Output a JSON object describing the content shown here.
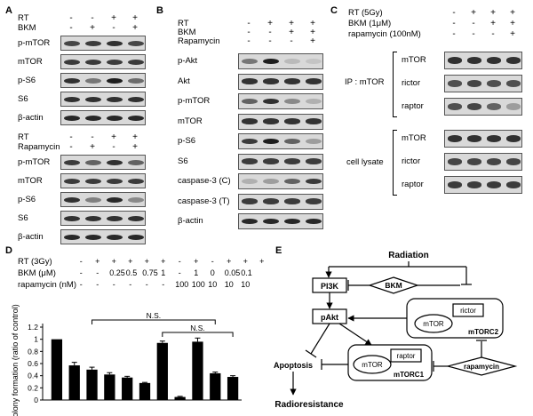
{
  "panel_letters": [
    "A",
    "B",
    "C",
    "D",
    "E"
  ],
  "panelA": {
    "upper_conditions": [
      {
        "label": "RT",
        "signs": [
          "-",
          "-",
          "+",
          "+"
        ]
      },
      {
        "label": "BKM",
        "signs": [
          "-",
          "+",
          "-",
          "+"
        ]
      }
    ],
    "upper_blots": [
      {
        "label": "p-mTOR",
        "bands": [
          0.75,
          0.8,
          0.85,
          0.75
        ]
      },
      {
        "label": "mTOR",
        "bands": [
          0.8,
          0.8,
          0.8,
          0.8
        ]
      },
      {
        "label": "p-S6",
        "bands": [
          0.85,
          0.5,
          0.95,
          0.55
        ]
      },
      {
        "label": "S6",
        "bands": [
          0.85,
          0.85,
          0.85,
          0.85
        ]
      },
      {
        "label": "β-actin",
        "bands": [
          0.9,
          0.9,
          0.9,
          0.9
        ]
      }
    ],
    "lower_conditions": [
      {
        "label": "RT",
        "signs": [
          "-",
          "-",
          "+",
          "+"
        ]
      },
      {
        "label": "Rapamycin",
        "signs": [
          "-",
          "+",
          "-",
          "+"
        ]
      }
    ],
    "lower_blots": [
      {
        "label": "p-mTOR",
        "bands": [
          0.8,
          0.6,
          0.85,
          0.6
        ]
      },
      {
        "label": "mTOR",
        "bands": [
          0.8,
          0.8,
          0.8,
          0.8
        ]
      },
      {
        "label": "p-S6",
        "bands": [
          0.85,
          0.45,
          0.9,
          0.4
        ]
      },
      {
        "label": "S6",
        "bands": [
          0.85,
          0.85,
          0.85,
          0.85
        ]
      },
      {
        "label": "β-actin",
        "bands": [
          0.9,
          0.9,
          0.9,
          0.9
        ]
      }
    ]
  },
  "panelB": {
    "conditions": [
      {
        "label": "RT",
        "signs": [
          "-",
          "+",
          "+",
          "+"
        ]
      },
      {
        "label": "BKM",
        "signs": [
          "-",
          "-",
          "+",
          "+"
        ]
      },
      {
        "label": "Rapamycin",
        "signs": [
          "-",
          "-",
          "-",
          "+"
        ]
      }
    ],
    "blots": [
      {
        "label": "p-Akt",
        "bands": [
          0.5,
          0.95,
          0.15,
          0.1
        ]
      },
      {
        "label": "Akt",
        "bands": [
          0.85,
          0.85,
          0.85,
          0.85
        ]
      },
      {
        "label": "p-mTOR",
        "bands": [
          0.6,
          0.85,
          0.4,
          0.2
        ]
      },
      {
        "label": "mTOR",
        "bands": [
          0.85,
          0.85,
          0.85,
          0.85
        ]
      },
      {
        "label": "p-S6",
        "bands": [
          0.8,
          0.95,
          0.6,
          0.3
        ]
      },
      {
        "label": "S6",
        "bands": [
          0.8,
          0.8,
          0.8,
          0.8
        ]
      },
      {
        "label": "caspase-3 (C)",
        "bands": [
          0.2,
          0.3,
          0.6,
          0.8
        ]
      },
      {
        "label": "caspase-3 (T)",
        "bands": [
          0.8,
          0.8,
          0.8,
          0.8
        ]
      },
      {
        "label": "β-actin",
        "bands": [
          0.9,
          0.9,
          0.9,
          0.9
        ]
      }
    ]
  },
  "panelC": {
    "conditions": [
      {
        "label": "RT (5Gy)",
        "signs": [
          "-",
          "+",
          "+",
          "+"
        ]
      },
      {
        "label": "BKM (1μM)",
        "signs": [
          "-",
          "-",
          "+",
          "+"
        ]
      },
      {
        "label": "rapamycin (100nM)",
        "signs": [
          "-",
          "-",
          "-",
          "+"
        ]
      }
    ],
    "ip_label": "IP : mTOR",
    "ip_blots": [
      {
        "label": "mTOR",
        "bands": [
          0.85,
          0.85,
          0.85,
          0.85
        ]
      },
      {
        "label": "rictor",
        "bands": [
          0.7,
          0.75,
          0.7,
          0.7
        ]
      },
      {
        "label": "raptor",
        "bands": [
          0.7,
          0.75,
          0.6,
          0.3
        ]
      }
    ],
    "lysate_label": "cell lysate",
    "lysate_blots": [
      {
        "label": "mTOR",
        "bands": [
          0.85,
          0.85,
          0.85,
          0.85
        ]
      },
      {
        "label": "rictor",
        "bands": [
          0.75,
          0.75,
          0.75,
          0.75
        ]
      },
      {
        "label": "raptor",
        "bands": [
          0.8,
          0.8,
          0.8,
          0.8
        ]
      }
    ]
  },
  "panelD": {
    "conditions": [
      {
        "label": "RT (3Gy)",
        "values": [
          "-",
          "+",
          "+",
          "+",
          "+",
          "+",
          "-",
          "+",
          "-",
          "+",
          "+",
          "+"
        ]
      },
      {
        "label": "BKM (μM)",
        "values": [
          "-",
          "-",
          "0.25",
          "0.5",
          "0.75",
          "1",
          "-",
          "1",
          "0",
          "0.05",
          "0.1"
        ]
      },
      {
        "label": "rapamycin (nM)",
        "values": [
          "-",
          "-",
          "-",
          "-",
          "-",
          "-",
          "100",
          "100",
          "10",
          "10",
          "10"
        ]
      }
    ],
    "ns_labels": [
      "N.S.",
      "N.S."
    ]
  },
  "chart_data": {
    "type": "bar",
    "ylabel": "Colony formation (ratio of control)",
    "ylim": [
      0,
      1.2
    ],
    "yticks": [
      "0",
      "0.2",
      "0.4",
      "0.6",
      "0.8",
      "1",
      "1.2"
    ],
    "values": [
      1.0,
      0.57,
      0.5,
      0.42,
      0.37,
      0.28,
      0.94,
      0.05,
      0.96,
      0.44,
      0.38
    ],
    "errors": [
      0.0,
      0.05,
      0.04,
      0.03,
      0.02,
      0.01,
      0.03,
      0.01,
      0.06,
      0.02,
      0.02
    ],
    "significance": [
      {
        "from": 2,
        "to": 9,
        "label": "N.S."
      },
      {
        "from": 6,
        "to": 10,
        "label": "N.S."
      }
    ],
    "grid": false,
    "bar_color": "#000000"
  },
  "panelE": {
    "radiation": "Radiation",
    "pi3k": "PI3K",
    "bkm": "BKM",
    "pakt": "pAkt",
    "mtor2": "mTOR",
    "rictor": "rictor",
    "mtorc2": "mTORC2",
    "apoptosis": "Apoptosis",
    "mtor1": "mTOR",
    "raptor": "raptor",
    "mtorc1": "mTORC1",
    "rapamycin": "rapamycin",
    "radioresistance": "Radioresistance"
  }
}
